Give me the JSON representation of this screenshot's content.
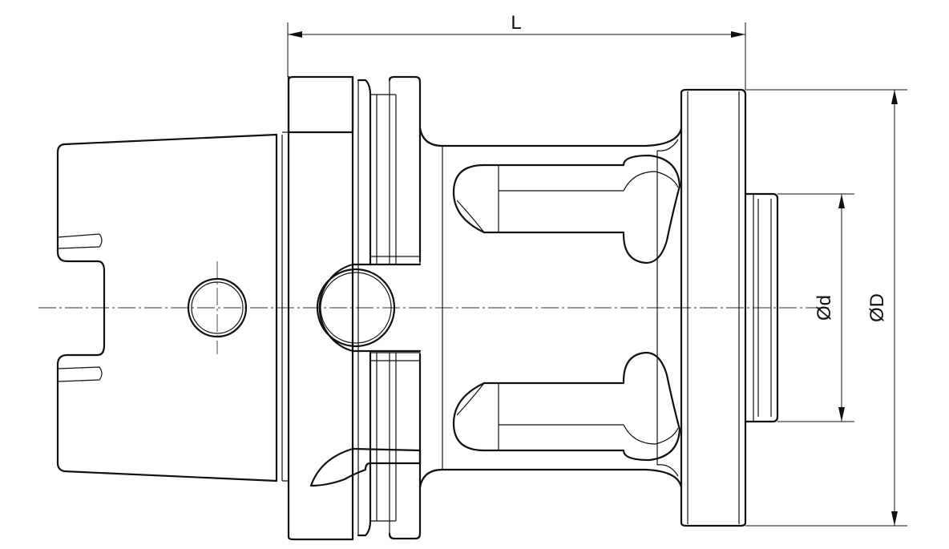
{
  "dimensions": {
    "length": "L",
    "inner_diameter": "Ød",
    "outer_diameter": "ØD"
  }
}
